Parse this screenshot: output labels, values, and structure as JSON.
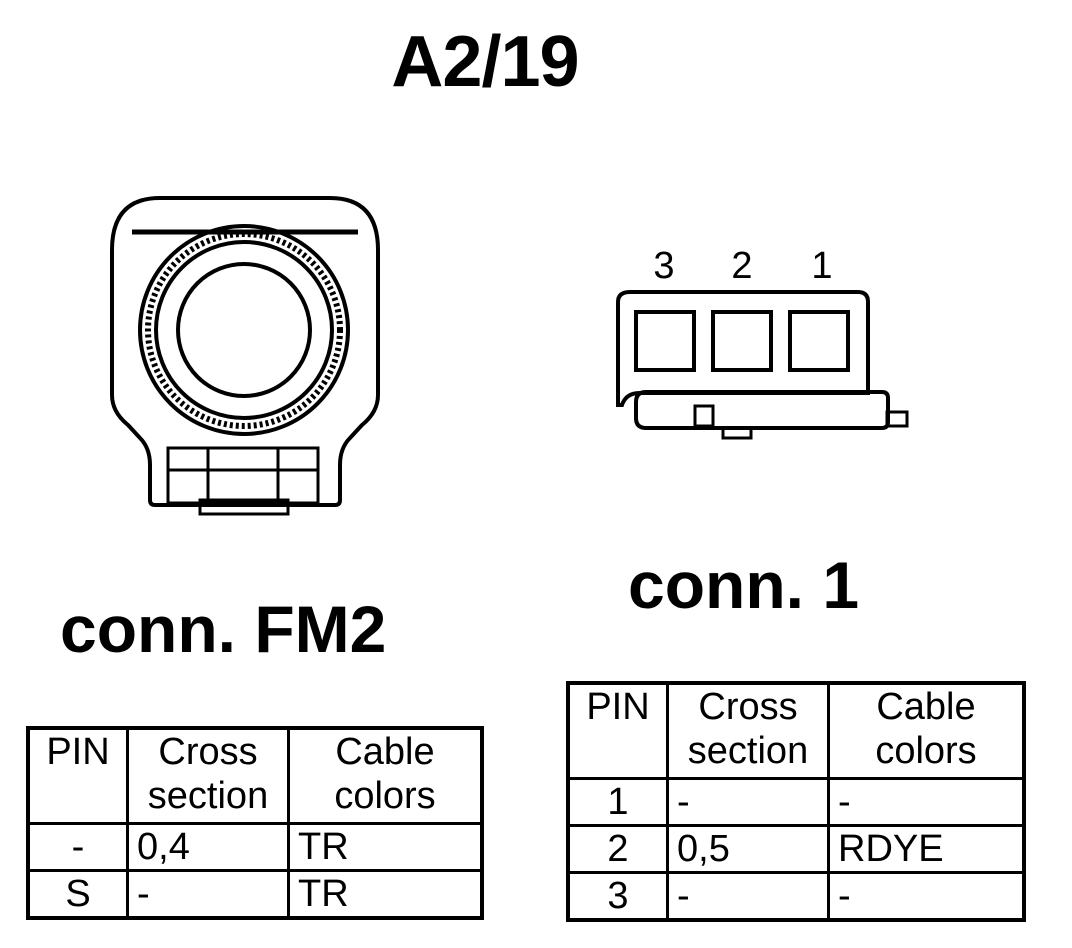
{
  "title": "A2/19",
  "connectors": {
    "fm2": {
      "label": "conn. FM2",
      "headers": {
        "pin": "PIN",
        "cross_section": "Cross section",
        "cable_colors": "Cable colors"
      },
      "rows": [
        {
          "pin": "-",
          "cross_section": "0,4",
          "cable_colors": "TR"
        },
        {
          "pin": "S",
          "cross_section": "-",
          "cable_colors": "TR"
        }
      ]
    },
    "conn1": {
      "label": "conn. 1",
      "pin_numbers": [
        "3",
        "2",
        "1"
      ],
      "headers": {
        "pin": "PIN",
        "cross_section": "Cross section",
        "cable_colors": "Cable colors"
      },
      "rows": [
        {
          "pin": "1",
          "cross_section": "-",
          "cable_colors": "-"
        },
        {
          "pin": "2",
          "cross_section": "0,5",
          "cable_colors": "RDYE"
        },
        {
          "pin": "3",
          "cross_section": "-",
          "cable_colors": "-"
        }
      ]
    }
  }
}
